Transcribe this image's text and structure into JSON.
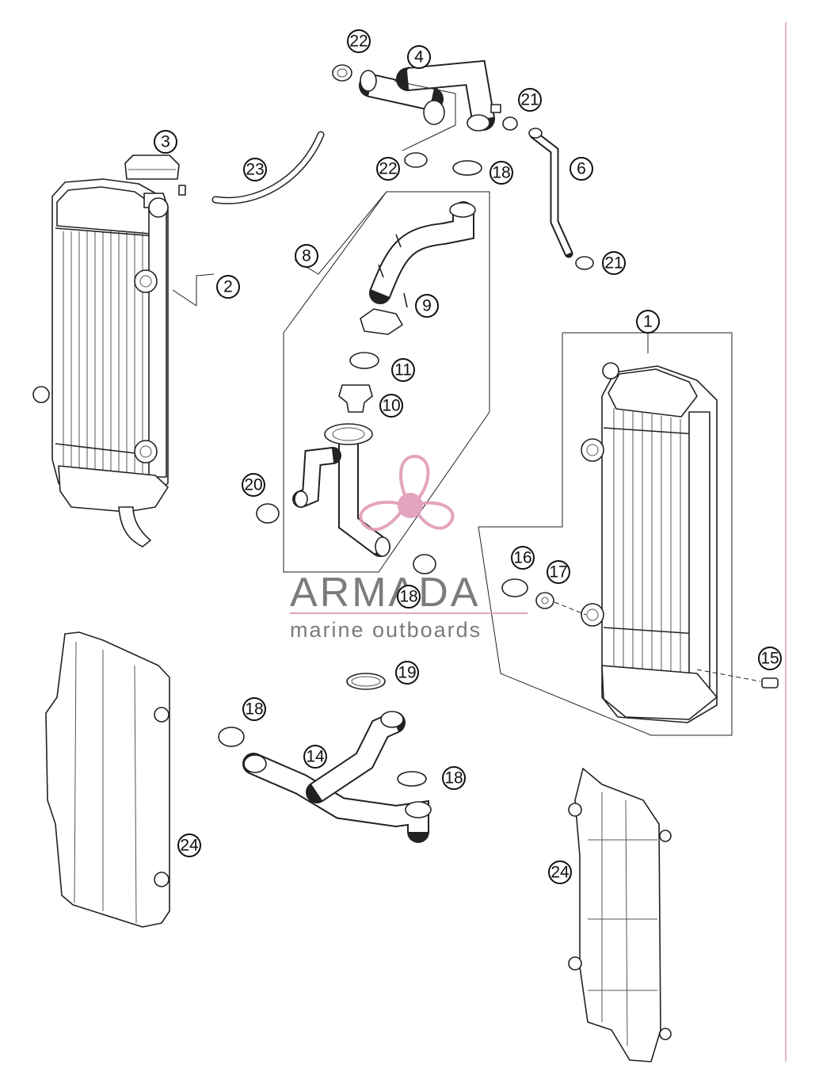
{
  "diagram": {
    "callouts": [
      {
        "id": "c1",
        "label": "1"
      },
      {
        "id": "c2",
        "label": "2"
      },
      {
        "id": "c3",
        "label": "3"
      },
      {
        "id": "c4",
        "label": "4"
      },
      {
        "id": "c6",
        "label": "6"
      },
      {
        "id": "c8",
        "label": "8"
      },
      {
        "id": "c9",
        "label": "9"
      },
      {
        "id": "c10",
        "label": "10"
      },
      {
        "id": "c11",
        "label": "11"
      },
      {
        "id": "c14",
        "label": "14"
      },
      {
        "id": "c15",
        "label": "15"
      },
      {
        "id": "c16",
        "label": "16"
      },
      {
        "id": "c17",
        "label": "17"
      },
      {
        "id": "c18a",
        "label": "18"
      },
      {
        "id": "c18b",
        "label": "18"
      },
      {
        "id": "c18c",
        "label": "18"
      },
      {
        "id": "c18d",
        "label": "18"
      },
      {
        "id": "c19",
        "label": "19"
      },
      {
        "id": "c20",
        "label": "20"
      },
      {
        "id": "c21a",
        "label": "21"
      },
      {
        "id": "c21b",
        "label": "21"
      },
      {
        "id": "c22a",
        "label": "22"
      },
      {
        "id": "c22b",
        "label": "22"
      },
      {
        "id": "c23",
        "label": "23"
      },
      {
        "id": "c24a",
        "label": "24"
      },
      {
        "id": "c24b",
        "label": "24"
      }
    ]
  },
  "watermark": {
    "brand": "ARMADA",
    "tagline": "marine outboards",
    "accent_color": "#e29ab7",
    "text_color": "#6d6d6d"
  }
}
